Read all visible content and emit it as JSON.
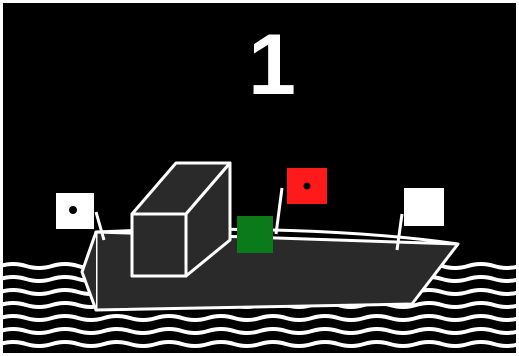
{
  "figure": {
    "number": "1",
    "colors": {
      "background": "#000000",
      "hull": "#2a2a2a",
      "outline": "#ffffff",
      "water_lines": "#ffffff",
      "flag_red": "#ff1a1a",
      "flag_green": "#0a7a1a",
      "flag_white": "#ffffff",
      "flag_dot": "#000000"
    },
    "flags": [
      {
        "name": "flag-white-dot-left",
        "color": "white",
        "has_dot": true
      },
      {
        "name": "flag-red-dot",
        "color": "red",
        "has_dot": true
      },
      {
        "name": "flag-green",
        "color": "green",
        "has_dot": false
      },
      {
        "name": "flag-white-right",
        "color": "white",
        "has_dot": false
      }
    ]
  }
}
